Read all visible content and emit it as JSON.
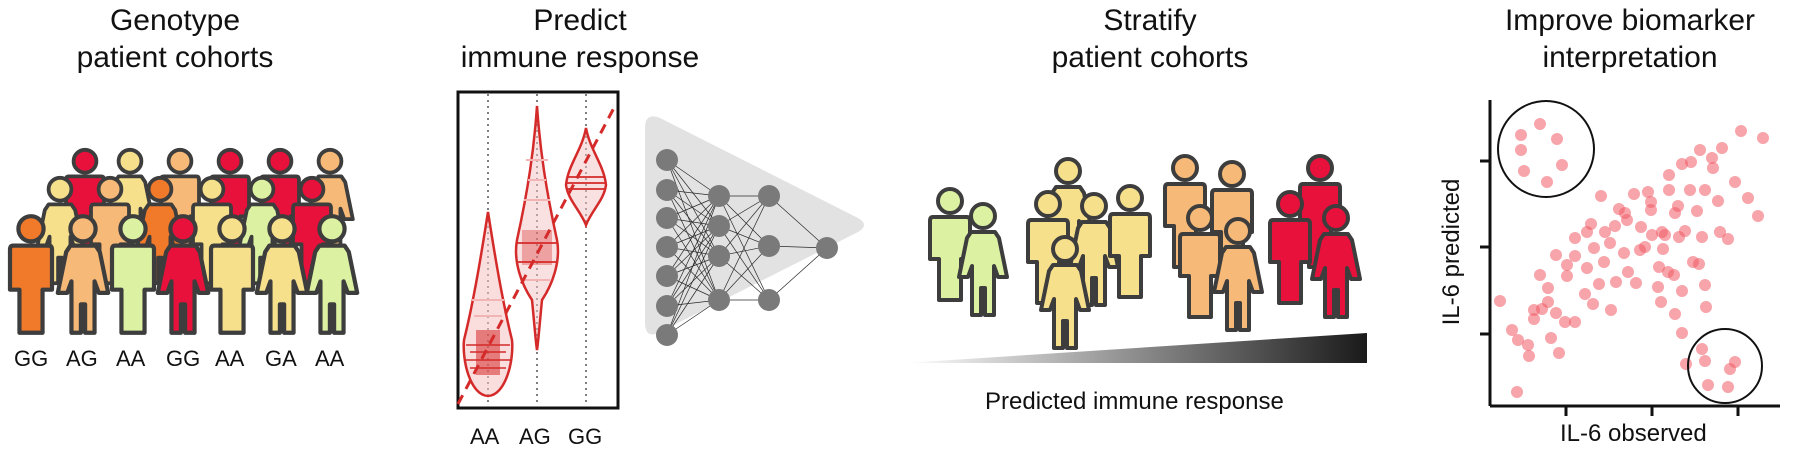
{
  "panels": {
    "genotype": {
      "title_line1": "Genotype",
      "title_line2": "patient cohorts",
      "genotypes": [
        "GG",
        "AG",
        "AA",
        "GG",
        "AA",
        "GA",
        "AA"
      ]
    },
    "predict": {
      "title_line1": "Predict",
      "title_line2": "immune response",
      "violin_categories": [
        "AA",
        "AG",
        "GG"
      ]
    },
    "stratify": {
      "title_line1": "Stratify",
      "title_line2": "patient cohorts",
      "gradient_label": "Predicted immune response"
    },
    "biomarker": {
      "title_line1": "Improve biomarker",
      "title_line2": "interpretation",
      "xlabel": "IL-6 observed",
      "ylabel": "IL-6 predicted"
    }
  },
  "colors": {
    "dark_orange": "#F07A2A",
    "light_orange": "#F7B977",
    "light_green": "#DCF2A2",
    "red": "#E8113B",
    "yellow": "#F7E08C",
    "stroke": "#3d3d3d",
    "violin_red": "#D42A2A",
    "scatter_red": "#F05A64",
    "node_gray": "#7a7a7a",
    "triangle_gray": "#e2e2e2"
  },
  "icons": [
    "person-icon",
    "neural-network-icon",
    "gradient-wedge-icon"
  ]
}
